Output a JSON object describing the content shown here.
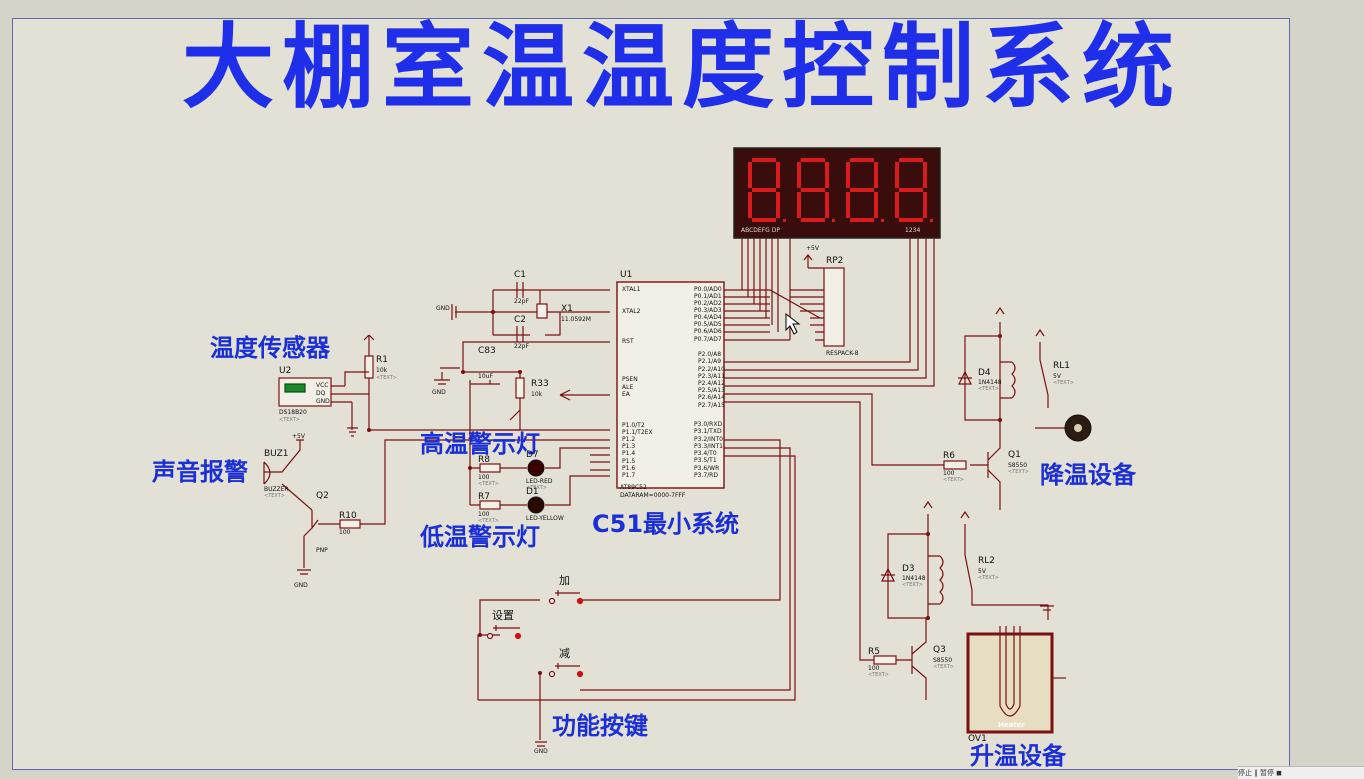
{
  "title": "大棚室温温度控制系统",
  "labels": {
    "sensor": "温度传感器",
    "alarm": "声音报警",
    "high_led": "高温警示灯",
    "low_led": "低温警示灯",
    "c51": "C51最小系统",
    "cooling": "降温设备",
    "heating": "升温设备",
    "keys": "功能按键"
  },
  "buttons": {
    "add": "加",
    "set": "设置",
    "sub": "减"
  },
  "components": {
    "u1": "U1",
    "u1_part": "AT89C52",
    "u1_mem": "DATARAM=0000-7FFF",
    "u2": "U2",
    "u2_part": "DS18B20",
    "r1": "R1",
    "r1_val": "10k",
    "c1": "C1",
    "c1_val": "22pF",
    "c2": "C2",
    "c2_val": "22pF",
    "x1": "X1",
    "x1_val": "11.0592M",
    "c83": "C83",
    "c83_val": "10uF",
    "r33": "R33",
    "r33_val": "10k",
    "buz1": "BUZ1",
    "buz1_part": "BUZZER",
    "q2": "Q2",
    "q2_part": "PNP",
    "r10": "R10",
    "r10_val": "100",
    "r8": "R8",
    "r8_val": "100",
    "d7": "D7",
    "d7_part": "LED-RED",
    "r7": "R7",
    "r7_val": "100",
    "d1": "D1",
    "d1_part": "LED-YELLOW",
    "rp2": "RP2",
    "rp2_part": "RESPACK-8",
    "d4": "D4",
    "d4_part": "1N4148",
    "rl1": "RL1",
    "rl1_val": "5V",
    "q1": "Q1",
    "q1_part": "S8550",
    "r6": "R6",
    "r6_val": "100",
    "d3": "D3",
    "d3_part": "1N4148",
    "rl2": "RL2",
    "rl2_val": "5V",
    "q3": "Q3",
    "q3_part": "S8550",
    "r5": "R5",
    "r5_val": "100",
    "ov1": "OV1",
    "heater": "Heater",
    "text_ph": "<TEXT>",
    "vcc": "+5V",
    "gnd": "GND"
  },
  "display": {
    "digits": [
      "8",
      "8",
      "8",
      "8"
    ],
    "seg_pins": "ABCDEFG DP",
    "com_pins": "1234"
  },
  "u1_pins_left": [
    "XTAL1",
    "XTAL2",
    "RST",
    "PSEN",
    "ALE",
    "EA",
    "P1.0/T2",
    "P1.1/T2EX",
    "P1.2",
    "P1.3",
    "P1.4",
    "P1.5",
    "P1.6",
    "P1.7"
  ],
  "u1_pins_right_p0": [
    "P0.0/AD0",
    "P0.1/AD1",
    "P0.2/AD2",
    "P0.3/AD3",
    "P0.4/AD4",
    "P0.5/AD5",
    "P0.6/AD6",
    "P0.7/AD7"
  ],
  "u1_pins_right_p2": [
    "P2.0/A8",
    "P2.1/A9",
    "P2.2/A10",
    "P2.3/A11",
    "P2.4/A12",
    "P2.5/A13",
    "P2.6/A14",
    "P2.7/A15"
  ],
  "u1_pins_right_p3": [
    "P3.0/RXD",
    "P3.1/TXD",
    "P3.2/INT0",
    "P3.3/INT1",
    "P3.4/T0",
    "P3.5/T1",
    "P3.6/WR",
    "P3.7/RD"
  ],
  "u2_pins": [
    "VCC",
    "DQ",
    "GND"
  ],
  "status_text": "停止 ‖ 暂停 ◼",
  "colors": {
    "title": "#1f2ee8",
    "label": "#1b2fd6",
    "wire": "#7a1010",
    "display_bg": "#3a0d0d",
    "segment": "#d81c1c",
    "chip": "#f2f0e6",
    "chip_border": "#7a1010"
  }
}
